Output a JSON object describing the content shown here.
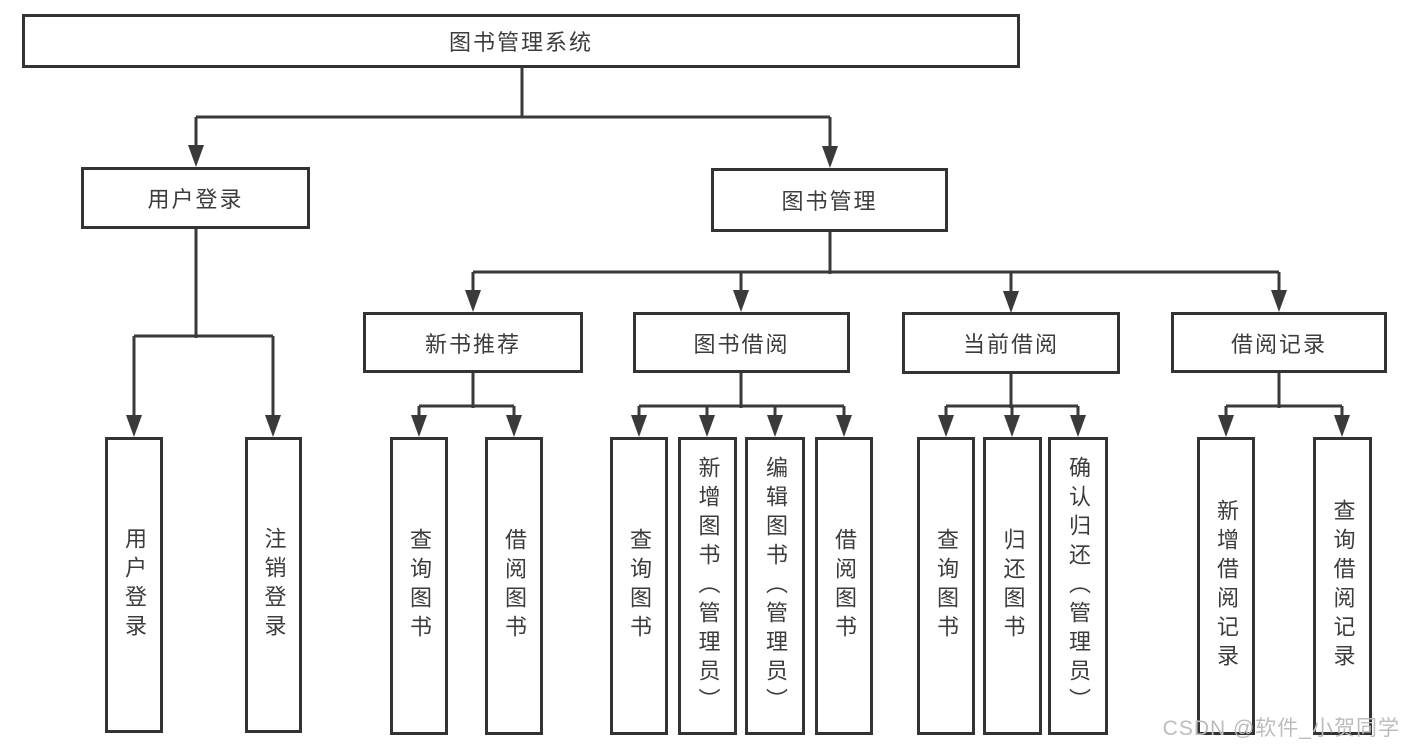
{
  "diagram": {
    "root": {
      "label": "图书管理系统"
    },
    "branches": [
      {
        "label": "用户登录",
        "leaves": [
          {
            "label": "用户登录"
          },
          {
            "label": "注销登录"
          }
        ]
      },
      {
        "label": "图书管理",
        "sections": [
          {
            "label": "新书推荐",
            "leaves": [
              {
                "label": "查询图书"
              },
              {
                "label": "借阅图书"
              }
            ]
          },
          {
            "label": "图书借阅",
            "leaves": [
              {
                "label": "查询图书"
              },
              {
                "label": "新增图书（管理员）"
              },
              {
                "label": "编辑图书（管理员）"
              },
              {
                "label": "借阅图书"
              }
            ]
          },
          {
            "label": "当前借阅",
            "leaves": [
              {
                "label": "查询图书"
              },
              {
                "label": "归还图书"
              },
              {
                "label": "确认归还（管理员）"
              }
            ]
          },
          {
            "label": "借阅记录",
            "leaves": [
              {
                "label": "新增借阅记录"
              },
              {
                "label": "查询借阅记录"
              }
            ]
          }
        ]
      }
    ]
  },
  "watermark": {
    "text": "CSDN @软件_小贺同学"
  },
  "colors": {
    "line": "#3a3a3a",
    "border": "#333333",
    "text": "#3c3c3c",
    "watermark": "#bcbcbc",
    "bg": "#ffffff"
  }
}
